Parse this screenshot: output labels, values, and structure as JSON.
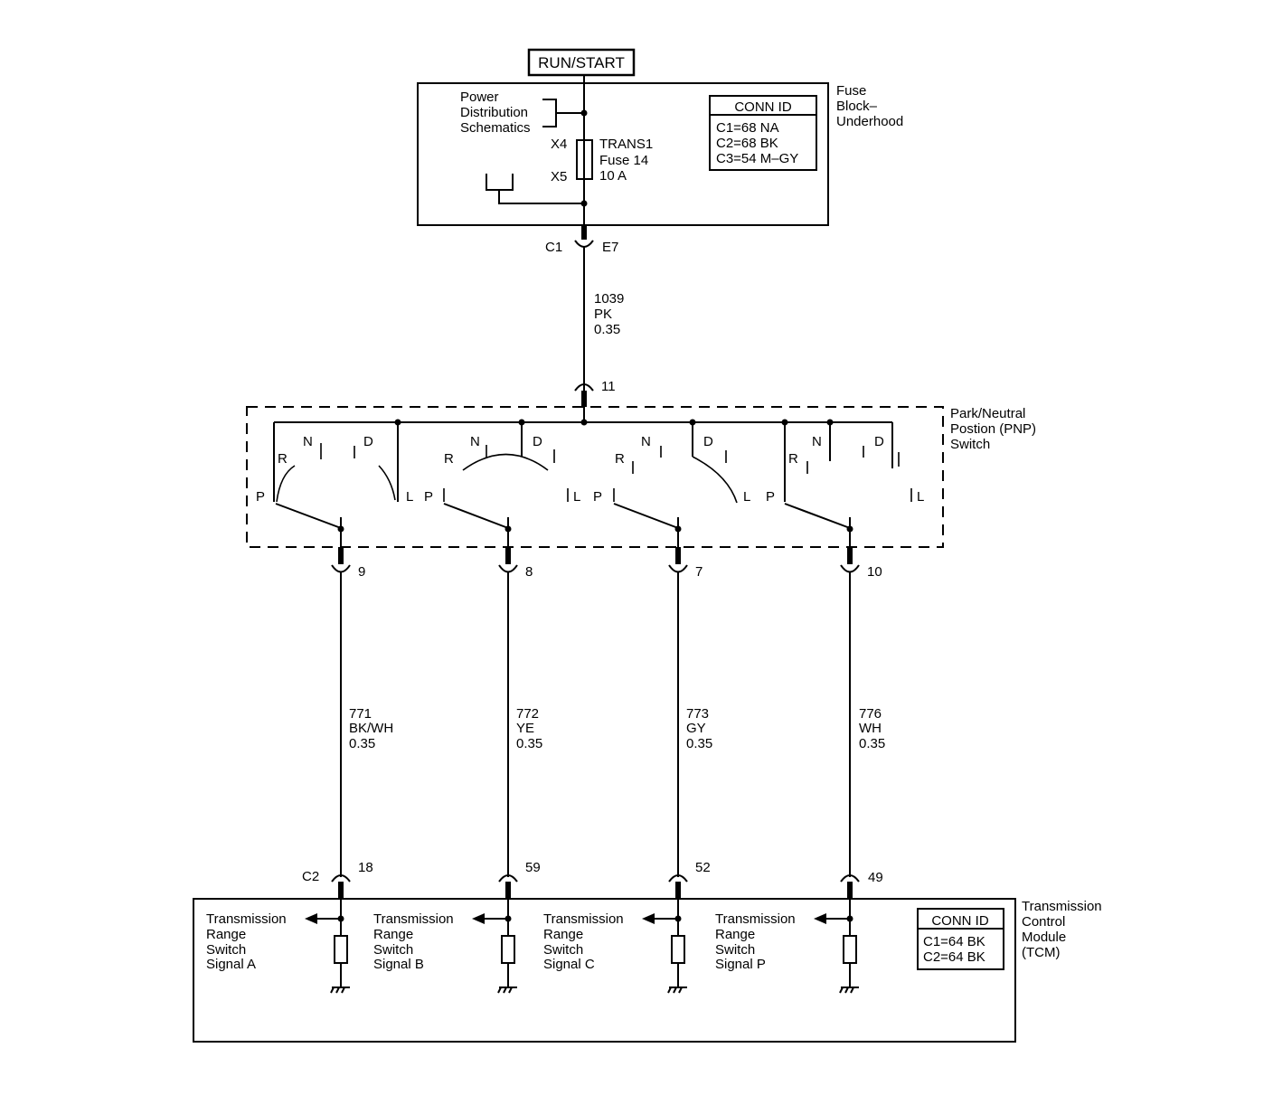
{
  "power_source": "RUN/START",
  "fuse_block": {
    "name": [
      "Fuse",
      "Block–",
      "Underhood"
    ],
    "power_distribution": [
      "Power",
      "Distribution",
      "Schematics"
    ],
    "terminal_in": "X4",
    "terminal_out": "X5",
    "fuse_label": [
      "TRANS1",
      "Fuse 14",
      "10 A"
    ],
    "conn_id": {
      "title": "CONN ID",
      "rows": [
        "C1=68 NA",
        "C2=68 BK",
        "C3=54 M–GY"
      ]
    },
    "connector": "C1",
    "pin": "E7"
  },
  "feed_wire": [
    "1039",
    "PK",
    "0.35"
  ],
  "pnp_switch": {
    "name": [
      "Park/Neutral",
      "Postion (PNP)",
      "Switch"
    ],
    "input_pin": "11",
    "position_letters": {
      "P": "P",
      "R": "R",
      "N": "N",
      "D": "D",
      "L": "L"
    },
    "output_pins": [
      "9",
      "8",
      "7",
      "10"
    ]
  },
  "wires": [
    {
      "circuit": "771",
      "color": "BK/WH",
      "size": "0.35"
    },
    {
      "circuit": "772",
      "color": "YE",
      "size": "0.35"
    },
    {
      "circuit": "773",
      "color": "GY",
      "size": "0.35"
    },
    {
      "circuit": "776",
      "color": "WH",
      "size": "0.35"
    }
  ],
  "tcm": {
    "name": [
      "Transmission",
      "Control",
      "Module",
      "(TCM)"
    ],
    "connector": "C2",
    "pins": [
      "18",
      "59",
      "52",
      "49"
    ],
    "signals": [
      [
        "Transmission",
        "Range",
        "Switch",
        "Signal A"
      ],
      [
        "Transmission",
        "Range",
        "Switch",
        "Signal B"
      ],
      [
        "Transmission",
        "Range",
        "Switch",
        "Signal C"
      ],
      [
        "Transmission",
        "Range",
        "Switch",
        "Signal P"
      ]
    ],
    "conn_id": {
      "title": "CONN ID",
      "rows": [
        "C1=64 BK",
        "C2=64 BK"
      ]
    }
  }
}
